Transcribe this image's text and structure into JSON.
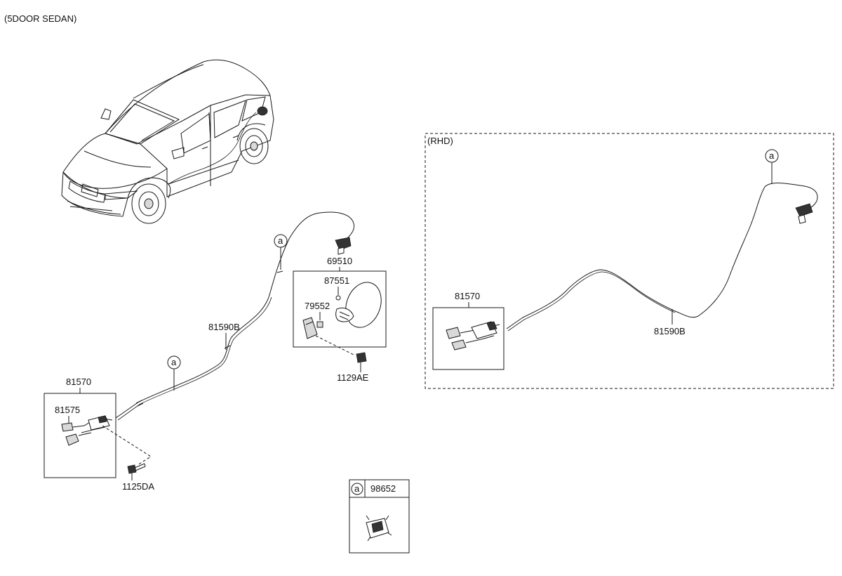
{
  "header": {
    "title": "(5DOOR SEDAN)"
  },
  "rhd": {
    "title": "(RHD)",
    "callout": "a",
    "latch_label": "81570",
    "cable_label": "81590B"
  },
  "main": {
    "callout_upper": "a",
    "callout_lower": "a",
    "cable_label": "81590B",
    "latch_label": "81570",
    "handle_label": "81575",
    "bolt_label": "1125DA",
    "filler_label": "69510",
    "bumper_label": "87551",
    "hinge_label": "79552",
    "screw_label": "1129AE"
  },
  "legend": {
    "callout": "a",
    "part": "98652"
  }
}
